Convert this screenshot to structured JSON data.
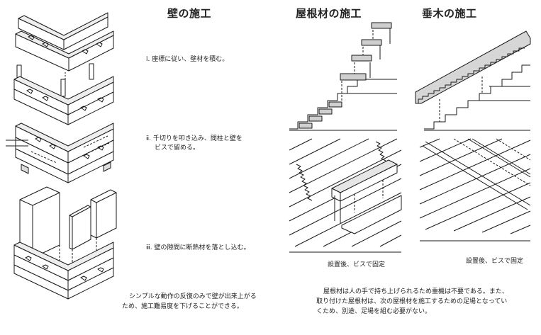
{
  "wall": {
    "title": "壁の施工",
    "steps": [
      "ⅰ. 座標に従い、壁材を積む。",
      "ⅱ. 千切りを叩き込み、間柱と壁を",
      "ビスで留める。",
      "ⅲ. 壁の隙間に断熱材を落とし込む。"
    ],
    "summary": [
      "シンプルな動作の反復のみで壁が出来上がる",
      "ため、施工難易度を下げることができる。"
    ]
  },
  "roof": {
    "title": "屋根材の施工",
    "caption": "設置後、ビスで固定"
  },
  "rafter": {
    "title": "垂木の施工",
    "caption": "設置後、ビスで固定"
  },
  "roof_summary": [
    "屋根材は人の手で持ち上げられるため重機は不要である。また、",
    "取り付けた屋根材は、次の屋根材を施工するための足場となってい",
    "くため、別途、足場を組む必要がない。"
  ]
}
